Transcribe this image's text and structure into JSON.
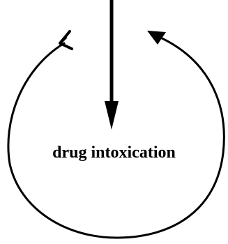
{
  "diagram": {
    "center_label": "drug intoxication",
    "colors": {
      "stroke": "#000000",
      "background": "#ffffff",
      "text": "#000000"
    },
    "elements": [
      {
        "name": "input-arrow",
        "description": "vertical arrow pointing down into the cycle"
      },
      {
        "name": "cycle-loop",
        "description": "circular loop with arrowheads on both upper ends"
      }
    ]
  }
}
